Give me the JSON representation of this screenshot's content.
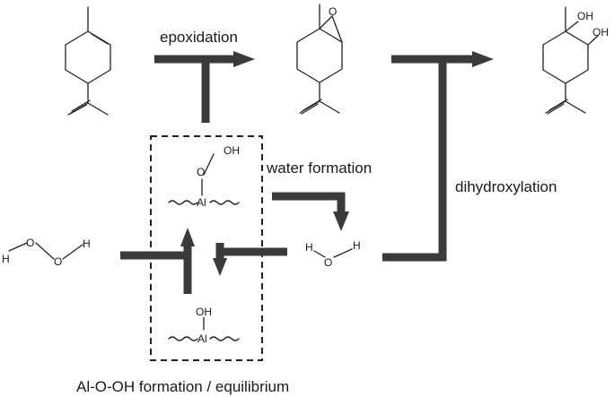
{
  "labels": {
    "epoxidation": "epoxidation",
    "water_formation": "water formation",
    "dihydroxylation": "dihydroxylation",
    "equilibrium": "Al-O-OH formation / equilibrium"
  },
  "atoms": {
    "oh_epoxide_1": "OH",
    "oh_epoxide_2": "OH",
    "o_epoxide": "O",
    "h2o2_h_left": "H",
    "h2o2_o_1": "O",
    "h2o2_o_2": "O",
    "h2o2_h_right": "H",
    "aloh_o": "O",
    "aloh_oh": "OH",
    "aloh_al": "Al",
    "aloh2_oh": "OH",
    "aloh2_al": "Al",
    "water_h_left": "H",
    "water_o": "O",
    "water_h_right": "H"
  },
  "colors": {
    "arrow": "#3a3a3a",
    "bond": "#222222",
    "text": "#1a1a1a"
  }
}
